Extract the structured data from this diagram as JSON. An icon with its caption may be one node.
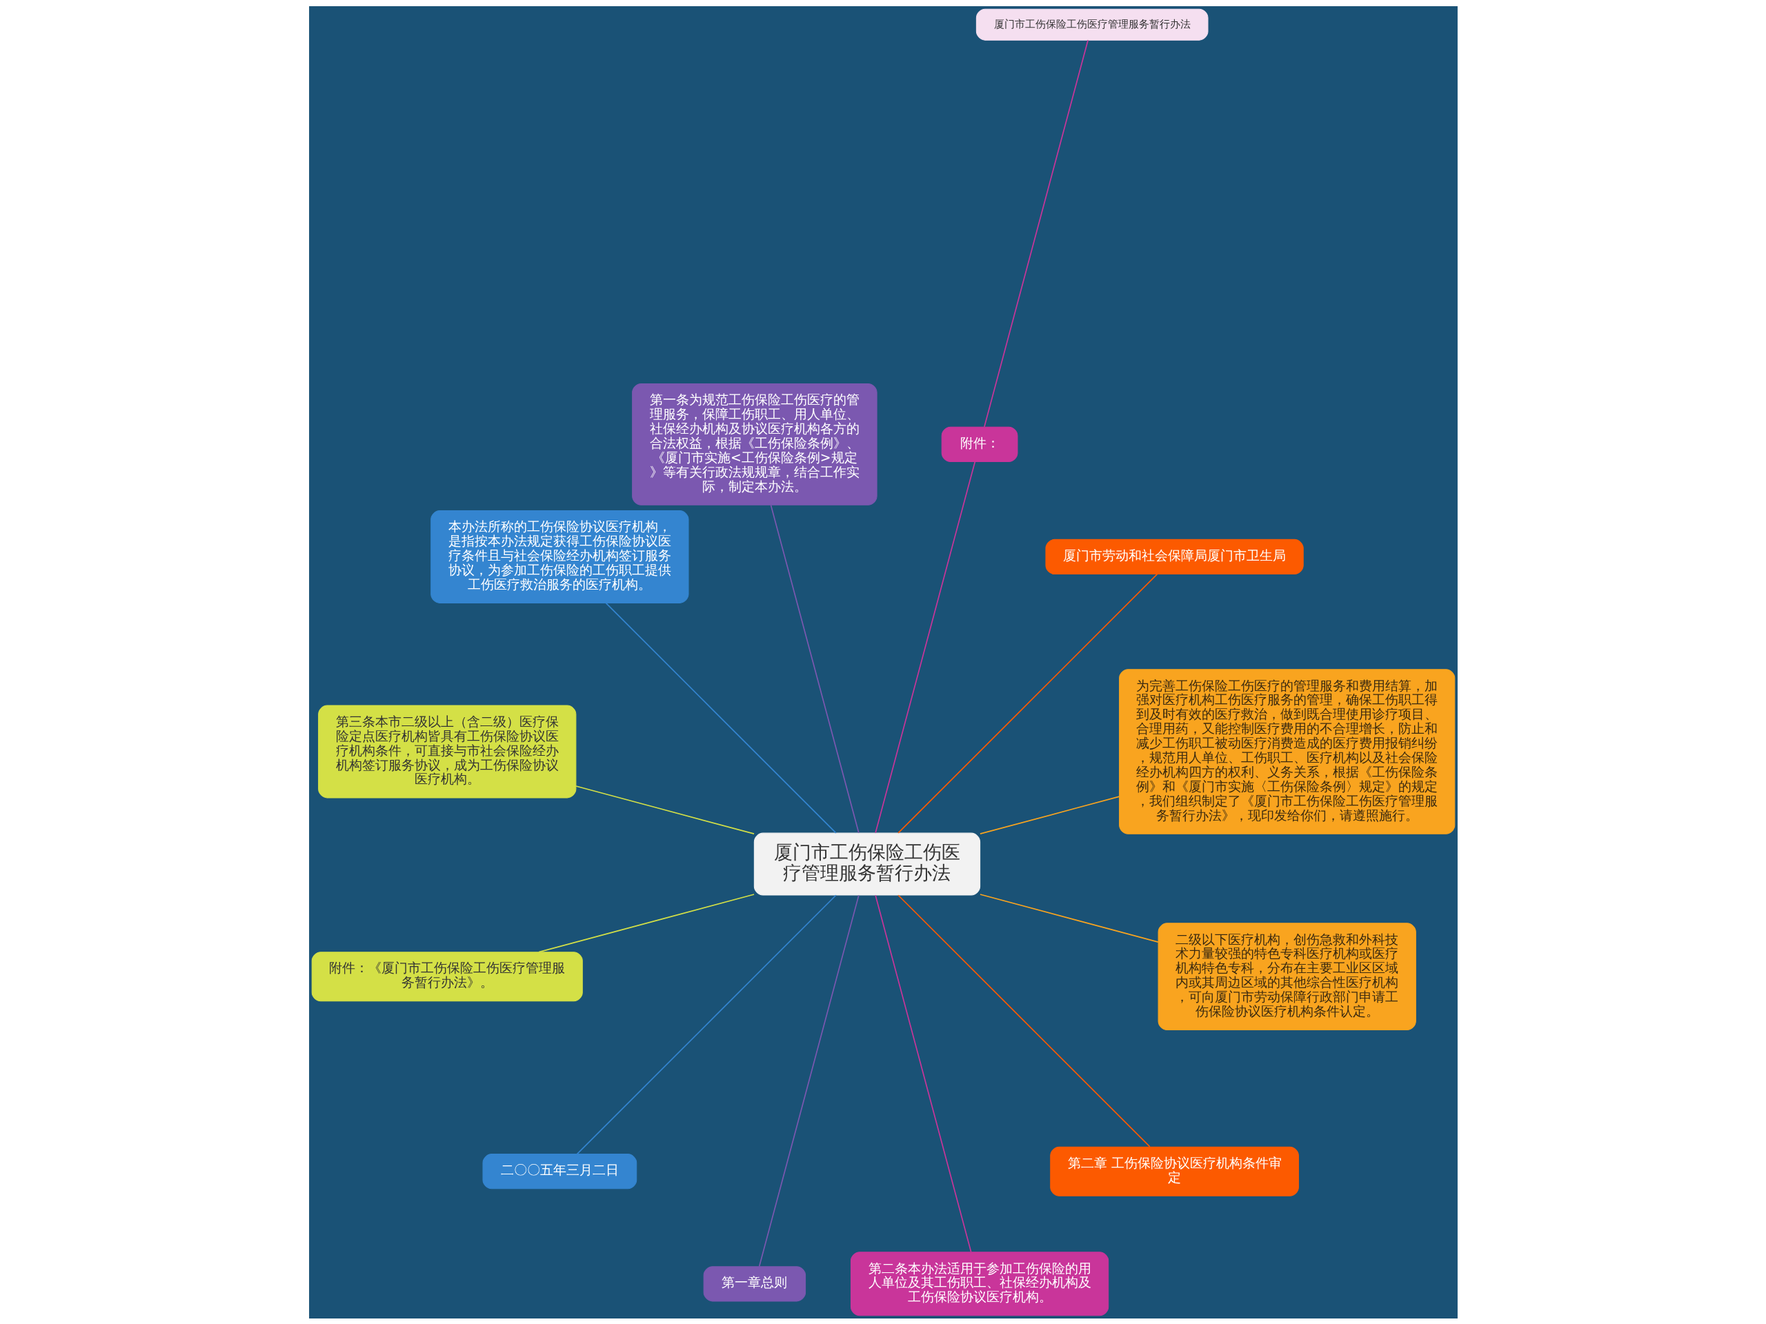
{
  "diagram": {
    "nodes": [
      {
        "text": [
          "厦门市工伤保险工伤医疗管理服务暂行办法"
        ]
      },
      {
        "text": [
          "为完善工伤保险工伤医疗的管理服务和费用结算，加强对医疗机构工伤医疗服务的管理，确保工伤职工得到及时有效的医疗救治，做到既合理使用诊疗项目、合理用药，又能控制医疗费用的不合理增长，防止和减少工伤职工被动医疗消费造成的医疗费用报销纠纷，规范用人单位、工伤职工、医疗机构以及社会保险经办机构四方的权利、义务关系，根据《工伤保险条例》和《厦门市实施〈工伤保险条例〉规定》的规定，我们组织制定了《厦门市工伤保险工伤医疗管理服务暂行办法》，现印发给你们，请遵照施行。"
        ]
      },
      {
        "text": [
          "厦门市劳动和社会保障局厦门市卫生局"
        ]
      },
      {
        "text": [
          "附件："
        ]
      },
      {
        "text": [
          "厦门市工伤保险工伤医疗管理服务暂行办法"
        ]
      },
      {
        "text": [
          "第一条为规范工伤保险工伤医疗的管理服务，保障工伤职工、用人单位、社保经办机构及协议医疗机构各方的合法权益，根据《工伤保险条例》、《厦门市实施<工伤保险条例>规定》等有关行政法规规章，结合工作实际，制定本办法。"
        ]
      },
      {
        "text": [
          "本办法所称的工伤保险协议医疗机构，是指按本办法规定获得工伤保险协议医疗条件且与社会保险经办机构签订服务协议，为参加工伤保险的工伤职工提供工伤医疗救治服务的医疗机构。"
        ]
      },
      {
        "text": [
          "第三条本市二级以上（含二级）医疗保险定点医疗机构皆具有工伤保险协议医疗机构条件，可直接与市社会保险经办机构签订服务协议，成为工伤保险协议医疗机构。"
        ]
      },
      {
        "text": [
          "附件：《厦门市工伤保险工伤医疗管理服务暂行办法》。"
        ]
      },
      {
        "text": [
          "二〇〇五年三月二日"
        ]
      },
      {
        "text": [
          "第一章总则"
        ]
      },
      {
        "text": [
          "第二条本办法适用于参加工伤保险的用人单位及其工伤职工、社保经办机构及工伤保险协议医疗机构。"
        ]
      },
      {
        "text": [
          "第二章 工伤保险协议医疗机构条件审定"
        ]
      },
      {
        "text": [
          "二级以下医疗机构，创伤急救和外科技术力量较强的特色专科医疗机构或医疗机构特色专科，分布在主要工业区区域内或其周边区域的其他综合性医疗机构，可向厦门市劳动保障行政部门申请工伤保险协议医疗机构条件认定。"
        ]
      }
    ],
    "edges": [
      {
        "from": 0,
        "to": 1,
        "arrow": "none",
        "color": "#f9a41f"
      },
      {
        "from": 0,
        "to": 2,
        "arrow": "none",
        "color": "#fc5a00"
      },
      {
        "from": 0,
        "to": 3,
        "arrow": "none",
        "color": "#c9359a"
      },
      {
        "from": 3,
        "to": 4,
        "arrow": "none",
        "color": "#c9359a"
      },
      {
        "from": 0,
        "to": 5,
        "arrow": "none",
        "color": "#7b58b0"
      },
      {
        "from": 0,
        "to": 6,
        "arrow": "none",
        "color": "#3485d0"
      },
      {
        "from": 0,
        "to": 7,
        "arrow": "none",
        "color": "#d4e046"
      },
      {
        "from": 0,
        "to": 8,
        "arrow": "none",
        "color": "#d4e046"
      },
      {
        "from": 0,
        "to": 9,
        "arrow": "none",
        "color": "#3485d0"
      },
      {
        "from": 0,
        "to": 10,
        "arrow": "none",
        "color": "#7b58b0"
      },
      {
        "from": 0,
        "to": 11,
        "arrow": "none",
        "color": "#c9359a"
      },
      {
        "from": 0,
        "to": 12,
        "arrow": "none",
        "color": "#fc5a00"
      },
      {
        "from": 0,
        "to": 13,
        "arrow": "none",
        "color": "#f9a41f"
      }
    ]
  }
}
